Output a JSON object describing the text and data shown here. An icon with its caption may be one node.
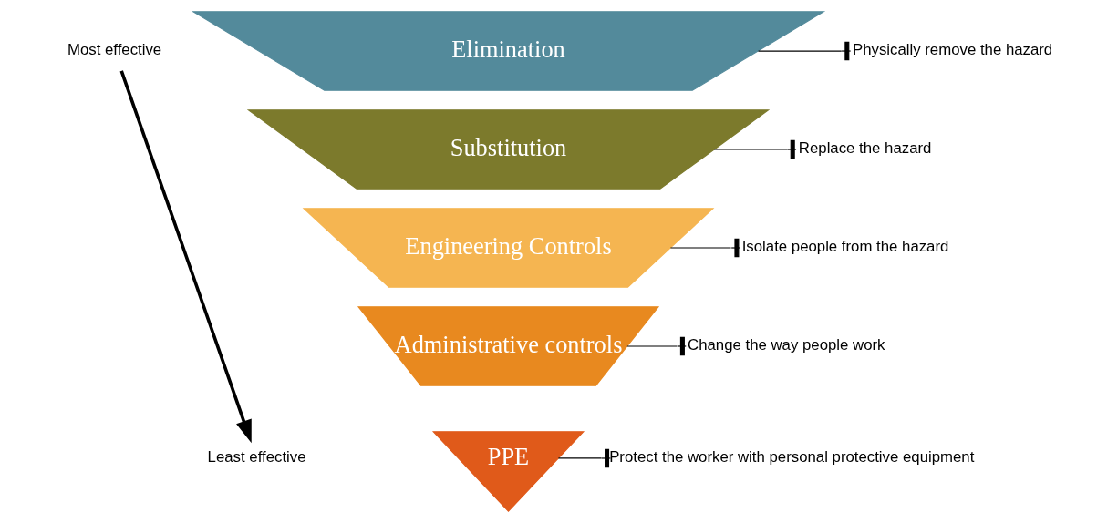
{
  "diagram": {
    "nodes": [
      {
        "text": [
          "Most effective"
        ]
      },
      {
        "text": [
          "Least effective"
        ]
      },
      {
        "text": [
          "Elimination"
        ]
      },
      {
        "text": [
          "Physically remove the hazard"
        ]
      },
      {
        "text": [
          "Substitution"
        ]
      },
      {
        "text": [
          "Replace the hazard"
        ]
      },
      {
        "text": [
          "Engineering Controls"
        ]
      },
      {
        "text": [
          "Isolate people from the hazard"
        ]
      },
      {
        "text": [
          "Administrative controls"
        ]
      },
      {
        "text": [
          "Change the way people work"
        ]
      },
      {
        "text": [
          "PPE"
        ]
      },
      {
        "text": [
          "Protect the worker with personal protective equipment"
        ]
      }
    ],
    "edges": [
      {
        "from": 0,
        "to": 1,
        "arrow": "to",
        "style": "thick"
      },
      {
        "from": 2,
        "to": 3,
        "arrow": "other"
      },
      {
        "from": 4,
        "to": 5,
        "arrow": "other"
      },
      {
        "from": 6,
        "to": 7,
        "arrow": "other"
      },
      {
        "from": 8,
        "to": 9,
        "arrow": "other"
      },
      {
        "from": 10,
        "to": 11,
        "arrow": "other"
      }
    ]
  }
}
